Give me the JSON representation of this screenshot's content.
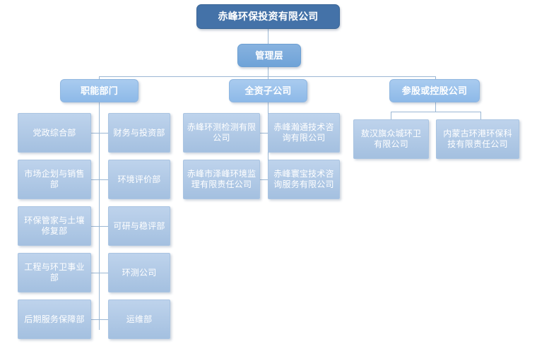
{
  "chart": {
    "type": "org-chart",
    "root": {
      "label": "赤峰环保投资有限公司"
    },
    "management": {
      "label": "管理层"
    },
    "categories": [
      {
        "label": "职能部门",
        "children": [
          "党政综合部",
          "财务与投资部",
          "市场企划与销售部",
          "环境评价部",
          "环保管家与土壤修复部",
          "可研与稳评部",
          "工程与环卫事业部",
          "环测公司",
          "后期服务保障部",
          "运维部"
        ]
      },
      {
        "label": "全资子公司",
        "children": [
          "赤峰环测检测有限公司",
          "赤峰瀚通技术咨询有限公司",
          "赤峰市泽峰环境监理有限责任公司",
          "赤峰寰宝技术咨询服务有限公司"
        ]
      },
      {
        "label": "参股或控股公司",
        "children": [
          "敖汉旗众城环卫有限公司",
          "内蒙古环港环保科技有限责任公司"
        ]
      }
    ],
    "colors": {
      "root_fill": "#4472a8",
      "management_fill": "#7aaadc",
      "category_fill": "#9bc2ec",
      "leaf_fill": "#b1c9e6",
      "connector": "#9bb7d4",
      "text": "#ffffff",
      "background": "#ffffff"
    }
  }
}
